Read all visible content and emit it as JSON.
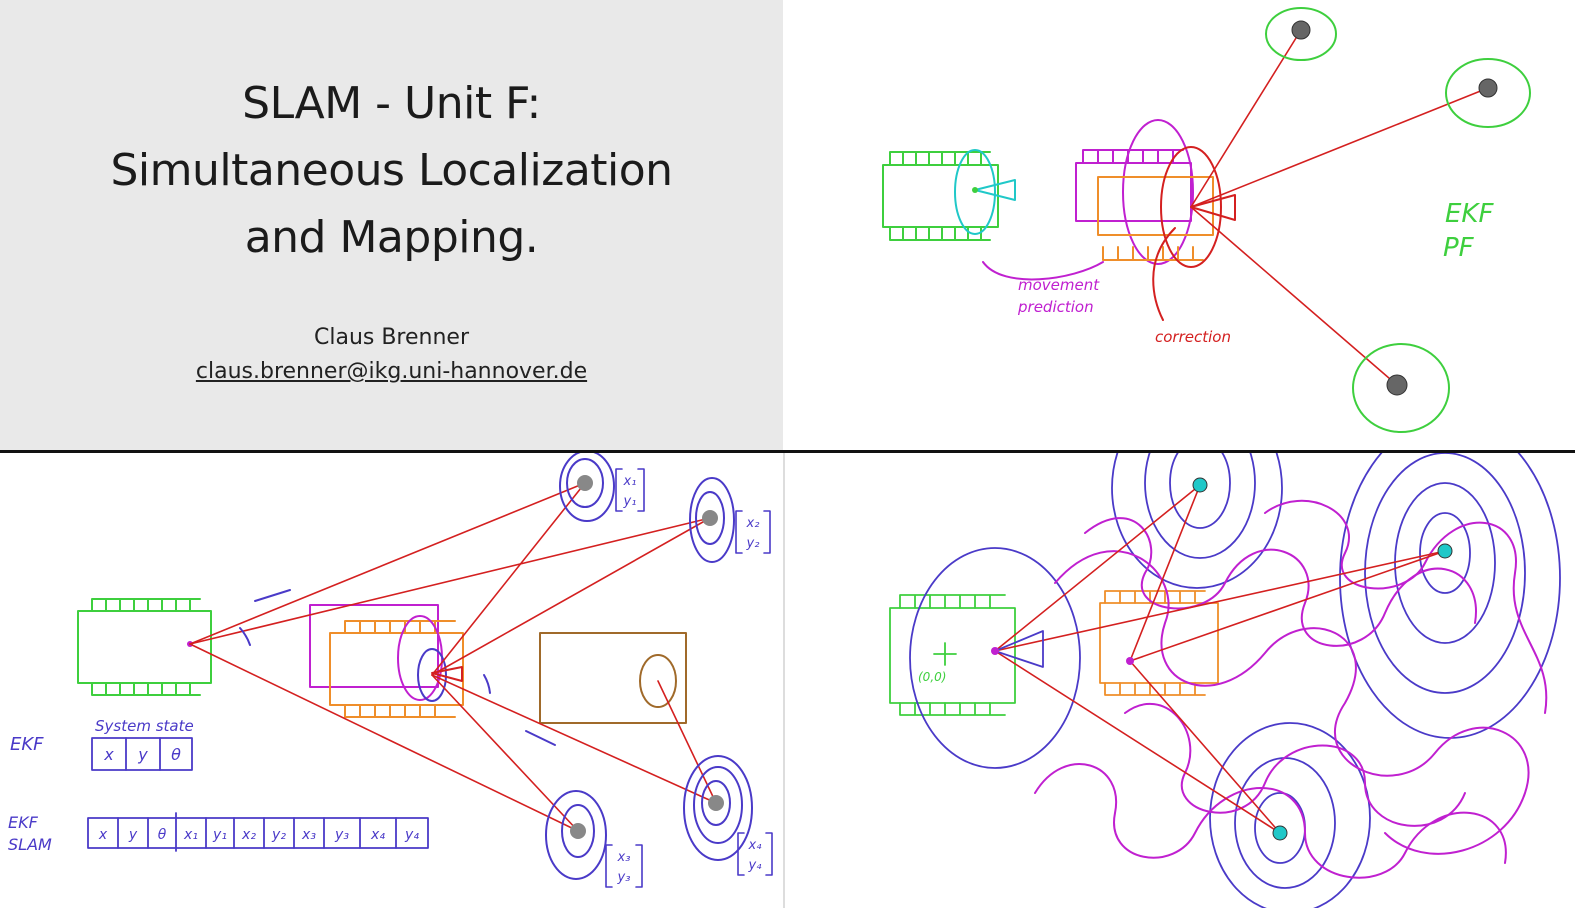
{
  "title_slide": {
    "title_line1": "SLAM - Unit F:",
    "title_line2": "Simultaneous Localization",
    "title_line3": "and Mapping.",
    "author": "Claus Brenner",
    "email": "claus.brenner@ikg.uni-hannover.de"
  },
  "panel_top_right": {
    "label_movement": "movement",
    "label_prediction": "prediction",
    "label_correction": "correction",
    "label_ekf": "EKF",
    "label_pf": "PF"
  },
  "panel_bottom_left": {
    "label_system_state": "System state",
    "label_ekf": "EKF",
    "label_ekf_slam_1": "EKF",
    "label_ekf_slam_2": "SLAM",
    "state_cells": [
      "x",
      "y",
      "θ"
    ],
    "slam_cells": [
      "x",
      "y",
      "θ",
      "x₁",
      "y₁",
      "x₂",
      "y₂",
      "x₃",
      "y₃",
      "x₄",
      "y₄"
    ],
    "landmark_vectors": [
      {
        "top": "x₁",
        "bottom": "y₁"
      },
      {
        "top": "x₂",
        "bottom": "y₂"
      },
      {
        "top": "x₃",
        "bottom": "y₃"
      },
      {
        "top": "x₄",
        "bottom": "y₄"
      }
    ]
  },
  "panel_bottom_right": {
    "label_origin": "(0,0)"
  },
  "colors": {
    "robot": "#3ecf3e",
    "measurement": "#d42020",
    "prediction": "#c020d0",
    "orange": "#ef8e2a",
    "uncertainty": "#4a3ac8",
    "cyan": "#20c8c8",
    "brown": "#a06a2a"
  }
}
